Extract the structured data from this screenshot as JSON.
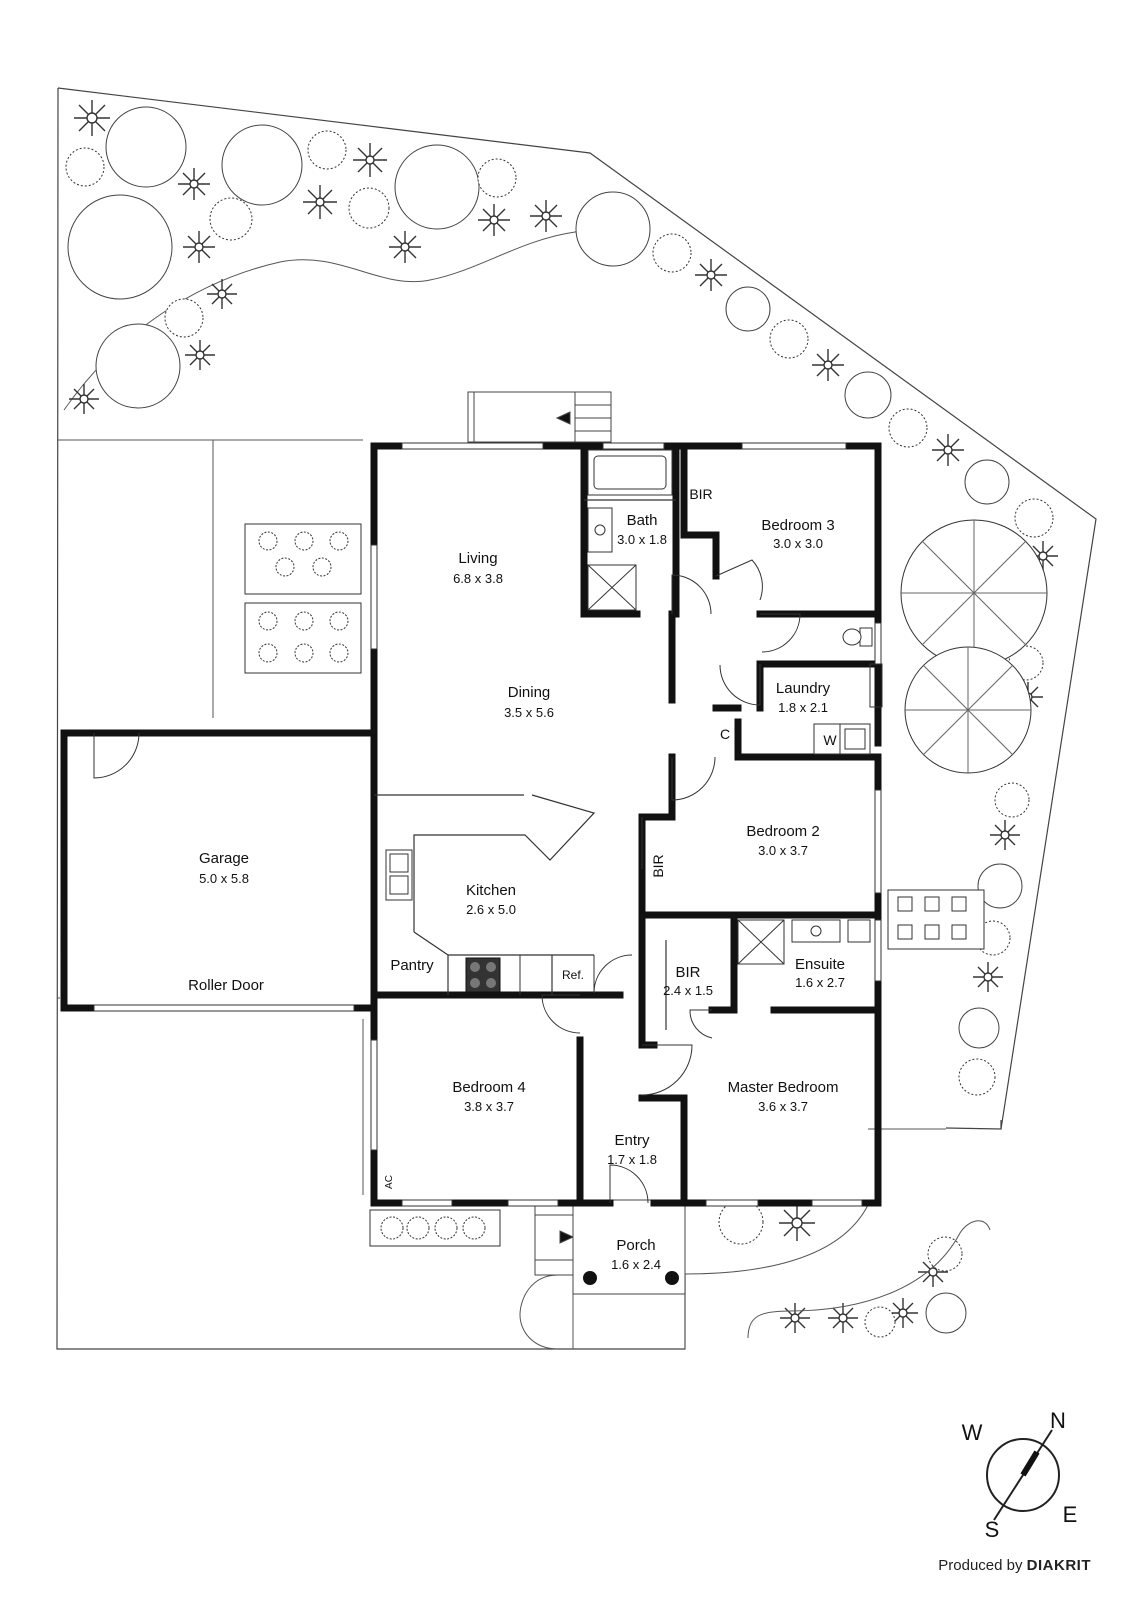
{
  "rooms": {
    "living": {
      "name": "Living",
      "dims": "6.8 x 3.8"
    },
    "dining": {
      "name": "Dining",
      "dims": "3.5 x 5.6"
    },
    "bath": {
      "name": "Bath",
      "dims": "3.0 x 1.8"
    },
    "bedroom3": {
      "name": "Bedroom 3",
      "dims": "3.0 x 3.0"
    },
    "laundry": {
      "name": "Laundry",
      "dims": "1.8 x 2.1"
    },
    "garage": {
      "name": "Garage",
      "dims": "5.0 x 5.8"
    },
    "kitchen": {
      "name": "Kitchen",
      "dims": "2.6 x 5.0"
    },
    "bedroom2": {
      "name": "Bedroom 2",
      "dims": "3.0 x 3.7"
    },
    "bir_master": {
      "name": "BIR",
      "dims": "2.4 x 1.5"
    },
    "ensuite": {
      "name": "Ensuite",
      "dims": "1.6 x 2.7"
    },
    "bedroom4": {
      "name": "Bedroom 4",
      "dims": "3.8 x 3.7"
    },
    "master": {
      "name": "Master Bedroom",
      "dims": "3.6 x 3.7"
    },
    "entry": {
      "name": "Entry",
      "dims": "1.7 x 1.8"
    },
    "porch": {
      "name": "Porch",
      "dims": "1.6 x 2.4"
    }
  },
  "labels": {
    "bir_bed3": "BIR",
    "bir_bed2": "BIR",
    "cupboard": "C",
    "washer": "W",
    "pantry": "Pantry",
    "fridge": "Ref.",
    "roller_door": "Roller Door",
    "ac": "AC"
  },
  "compass": {
    "n": "N",
    "s": "S",
    "e": "E",
    "w": "W"
  },
  "credit": {
    "prefix": "Produced by",
    "brand": "DIAKRIT"
  }
}
